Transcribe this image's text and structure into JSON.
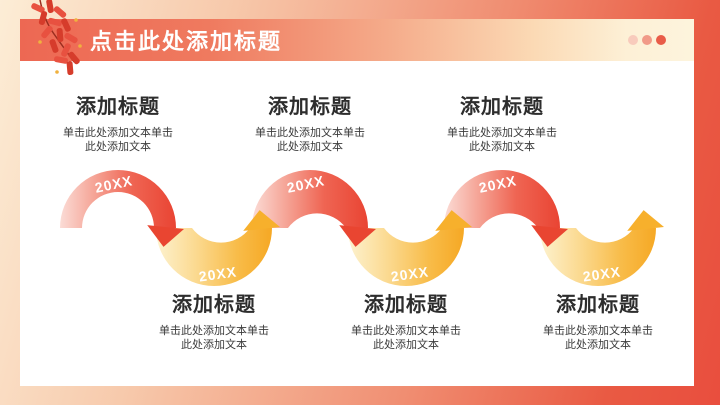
{
  "slide": {
    "title": "点击此处添加标题",
    "decor": {
      "firecracker": "firecracker-cluster",
      "dots": [
        {
          "color": "#f8cbbc"
        },
        {
          "color": "#f19a88"
        },
        {
          "color": "#e95c48"
        }
      ]
    }
  },
  "timeline": {
    "items": [
      {
        "year": "20XX",
        "position": "top",
        "arc_color": "red",
        "heading": "添加标题",
        "body": "单击此处添加文本单击此处添加文本"
      },
      {
        "year": "20XX",
        "position": "bottom",
        "arc_color": "yellow",
        "heading": "添加标题",
        "body": "单击此处添加文本单击此处添加文本"
      },
      {
        "year": "20XX",
        "position": "top",
        "arc_color": "red",
        "heading": "添加标题",
        "body": "单击此处添加文本单击此处添加文本"
      },
      {
        "year": "20XX",
        "position": "bottom",
        "arc_color": "yellow",
        "heading": "添加标题",
        "body": "单击此处添加文本单击此处添加文本"
      },
      {
        "year": "20XX",
        "position": "top",
        "arc_color": "red",
        "heading": "添加标题",
        "body": "单击此处添加文本单击此处添加文本"
      },
      {
        "year": "20XX",
        "position": "bottom",
        "arc_color": "yellow",
        "heading": "添加标题",
        "body": "单击此处添加文本单击此处添加文本"
      }
    ]
  },
  "colors": {
    "red_arc_start": "#fbdcd6",
    "red_arc_end": "#e94433",
    "red_arrow": "#e94531",
    "yellow_arc_start": "#fdf2cf",
    "yellow_arc_end": "#f6a824",
    "yellow_arrow": "#f7b02c",
    "header_red": "#ed6853",
    "header_cream": "#fdf4dd",
    "background_red": "#e94e3e",
    "text_dark": "#2d2d2d"
  }
}
